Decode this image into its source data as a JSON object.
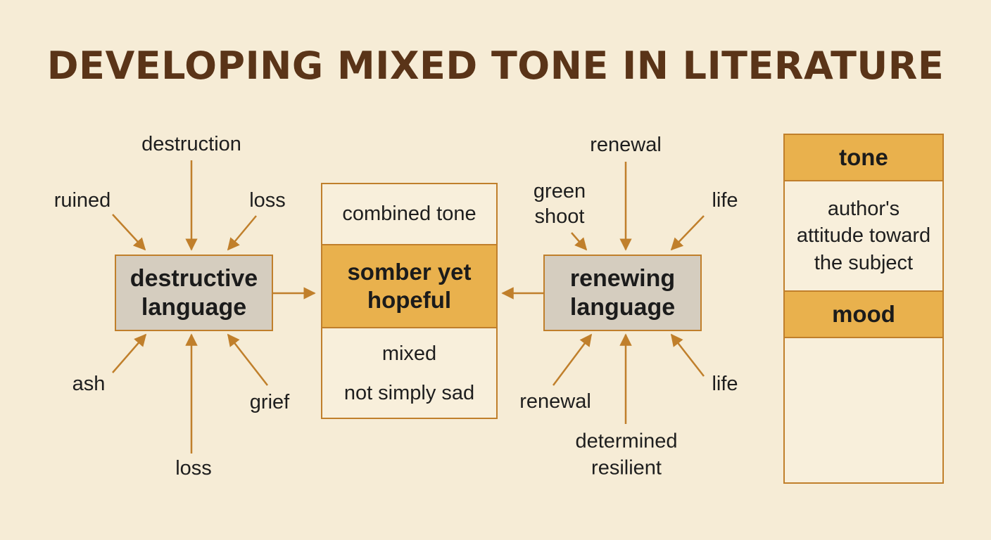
{
  "title": "DEVELOPING MIXED TONE IN LITERATURE",
  "left_cluster": {
    "box": "destructive\nlanguage",
    "words": {
      "top": "destruction",
      "top_left": "ruined",
      "top_right": "loss",
      "bottom_left": "ash",
      "bottom": "loss",
      "bottom_right": "grief"
    }
  },
  "center": {
    "top": "combined tone",
    "middle": "somber yet\nhopeful",
    "bottom_1": "mixed",
    "bottom_2": "not simply sad"
  },
  "right_cluster": {
    "box": "renewing\nlanguage",
    "words": {
      "top": "renewal",
      "top_left": "green\nshoot",
      "top_right": "life",
      "bottom_left": "renewal",
      "bottom": "determined\nresilient",
      "bottom_right": "life"
    }
  },
  "legend": {
    "tone_header": "tone",
    "tone_definition": "author's\nattitude toward\nthe subject",
    "mood_header": "mood",
    "mood_definition": ""
  },
  "colors": {
    "background": "#f6ecd6",
    "title": "#5a3418",
    "border": "#c07f2b",
    "arrow": "#c07f2b",
    "highlight": "#e9b14d",
    "box_gray": "#d5cdbf"
  }
}
